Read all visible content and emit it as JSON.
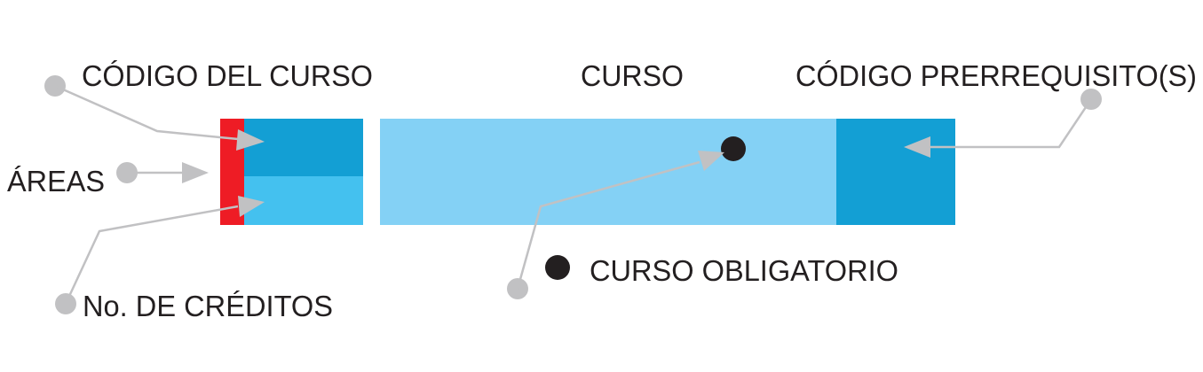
{
  "labels": {
    "course_code": "CÓDIGO DEL CURSO",
    "course": "CURSO",
    "prerequisite_code": "CÓDIGO PRERREQUISITO(S)",
    "areas": "ÁREAS",
    "credits": "No. DE CRÉDITOS",
    "mandatory_course": "CURSO OBLIGATORIO"
  },
  "colors": {
    "area_strip": "#ee1c25",
    "code_box": "#139fd4",
    "credits_box": "#44c1ef",
    "course_box": "#84d1f5",
    "prerequisite_box": "#139fd4",
    "callout_dot": "#c1c1c3",
    "callout_line": "#c1c1c3",
    "mandatory_dot": "#231f20",
    "text": "#231f20"
  }
}
